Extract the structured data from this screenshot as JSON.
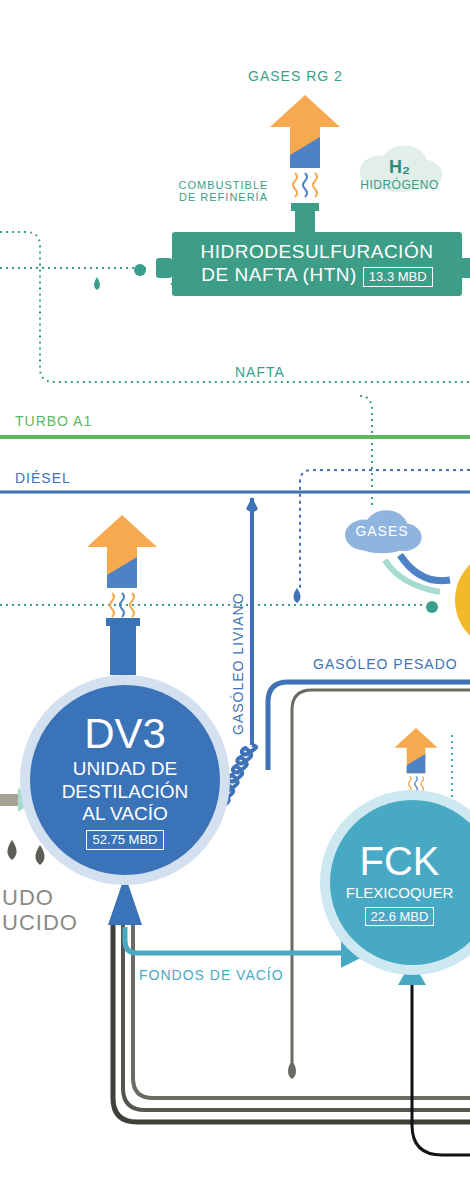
{
  "diagram": {
    "nodes": [
      {
        "text": [
          "H₂",
          "HIDRÓGENO"
        ]
      },
      {
        "text": [
          "HIDRODESULFURACIÓN DE NAFTA (HTN)",
          "13.3 MBD"
        ]
      },
      {
        "text": [
          "GASES"
        ]
      },
      {
        "text": [
          "DV3",
          "UNIDAD DE DESTILACIÓN AL VACÍO",
          "52.75 MBD"
        ]
      },
      {
        "text": [
          "FCK",
          "FLEXICOQUER",
          "22.6 MBD"
        ]
      }
    ],
    "edges": [
      {
        "from": 0,
        "to": 1,
        "arrow": "to"
      },
      {
        "from": 3,
        "to": 4,
        "label": "FONDOS DE VACÍO",
        "arrow": "to"
      }
    ],
    "labels": [
      "GASES RG 2",
      "COMBUSTIBLE DE REFINERÍA",
      "NAFTA",
      "TURBO A1",
      "DIÉSEL",
      "GASÓLEO LIVIANO",
      "GASÓLEO PESADO",
      "UDO UCIDO"
    ]
  }
}
